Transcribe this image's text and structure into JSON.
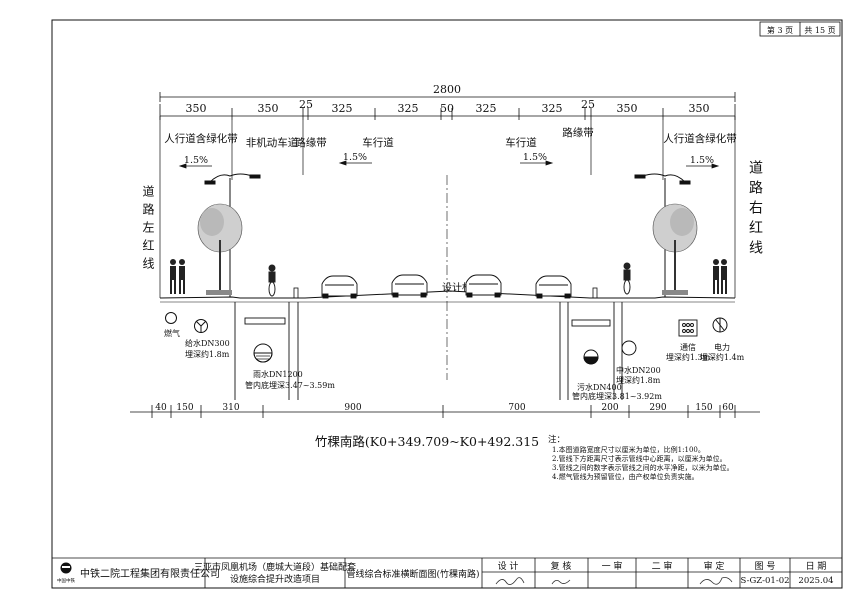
{
  "page_info": {
    "page_label": "第 3 页",
    "total_label": "共 15 页"
  },
  "dimensions": {
    "total": "2800",
    "top_segments": [
      "350",
      "350",
      "25",
      "325",
      "325",
      "50",
      "325",
      "325",
      "25",
      "350",
      "350"
    ],
    "bottom_segments": [
      "40",
      "150",
      "310",
      "900",
      "700",
      "200",
      "290",
      "150",
      "60"
    ]
  },
  "zones": {
    "ped_left": "人行道含绿化带",
    "nonmotor": "非机动车道",
    "curb_left": "路缘带",
    "lane_left": "车行道",
    "lane_right": "车行道",
    "curb_right": "路缘带",
    "ped_right": "人行道含绿化带"
  },
  "slopes": [
    "1.5%",
    "1.5%",
    "1.5%",
    "1.5%"
  ],
  "red_lines": {
    "left": "道路左红线",
    "right": "道路右红线"
  },
  "centerline_label": "设计标高",
  "pipes": {
    "gas": "燃气",
    "water_supply": "给水DN300",
    "water_supply_depth": "埋深约1.8m",
    "rain": "雨水DN1200",
    "rain_depth": "管内底埋深3.47~3.59m",
    "sewage": "污水DN400",
    "sewage_depth": "管内底埋深3.81~3.92m",
    "reclaimed": "中水DN200",
    "reclaimed_depth": "埋深约1.8m",
    "telecom": "通信",
    "telecom_depth": "埋深约1.3m",
    "power": "电力",
    "power_depth": "埋深约1.4m"
  },
  "section_title": "竹稞南路(K0+349.709~K0+492.315",
  "notes": {
    "heading": "注：",
    "items": [
      "1.本图道路宽度尺寸以厘米为单位，比例1:100。",
      "2.管线下方距离尺寸表示管线中心距离，以厘米为单位。",
      "3.管线之间的数字表示管线之间的水平净距，以米为单位。",
      "4.燃气管线为预留管位，由产权单位负责实施。"
    ]
  },
  "title_block": {
    "company": "中铁二院工程集团有限责任公司",
    "logo_text": "中国中铁",
    "project_line1": "三亚市凤凰机场（鹿城大道段）基础配套",
    "project_line2": "设施综合提升改造项目",
    "drawing_title": "管线综合标准横断面图(竹稞南路)",
    "headers": [
      "设 计",
      "复 核",
      "一 审",
      "二 审",
      "审 定",
      "图 号",
      "日 期"
    ],
    "drawing_number": "S-GZ-01-02",
    "date": "2025.04"
  }
}
